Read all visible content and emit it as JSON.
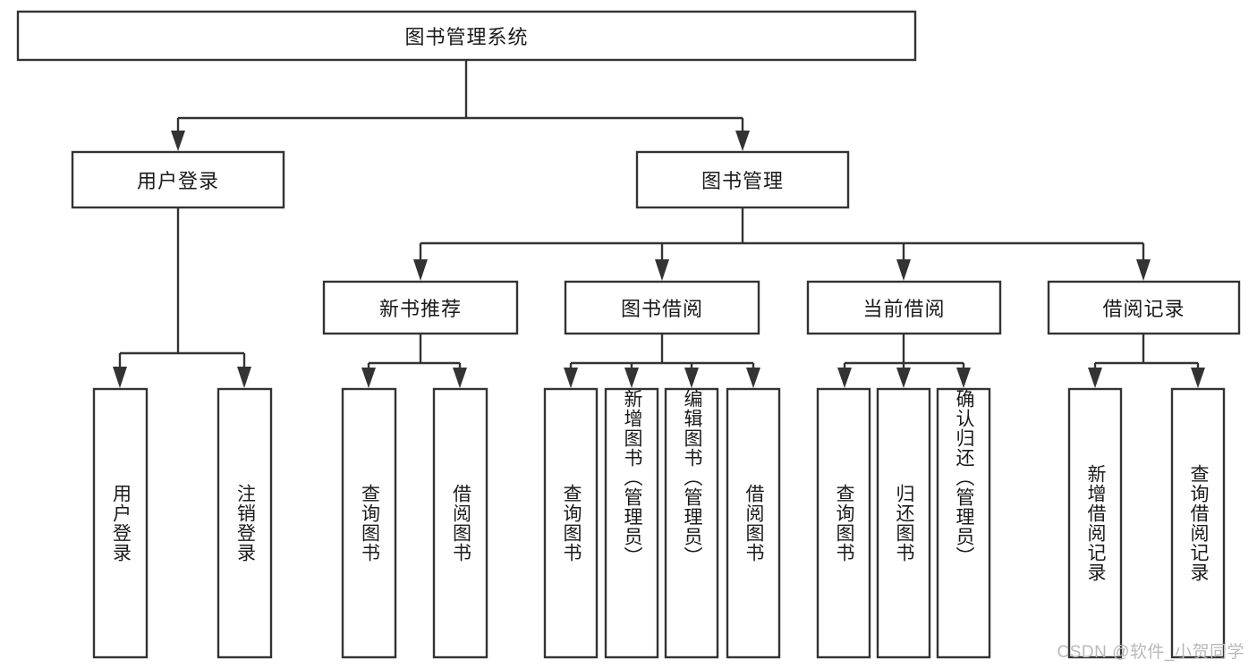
{
  "diagram": {
    "type": "tree-hierarchy",
    "title": "图书管理系统",
    "orientation": "top-down",
    "colors": {
      "box_stroke": "#333333",
      "box_fill": "#ffffff",
      "text": "#1a1a1a",
      "background": "#ffffff",
      "watermark": "#b9b9b9"
    },
    "root": {
      "label": "图书管理系统",
      "text_direction": "horizontal"
    },
    "level2": [
      {
        "label": "用户登录",
        "text_direction": "horizontal"
      },
      {
        "label": "图书管理",
        "text_direction": "horizontal"
      }
    ],
    "level3": [
      {
        "label": "新书推荐",
        "text_direction": "horizontal",
        "parent": "图书管理"
      },
      {
        "label": "图书借阅",
        "text_direction": "horizontal",
        "parent": "图书管理"
      },
      {
        "label": "当前借阅",
        "text_direction": "horizontal",
        "parent": "图书管理"
      },
      {
        "label": "借阅记录",
        "text_direction": "horizontal",
        "parent": "图书管理"
      }
    ],
    "leaves": {
      "user_login": [
        {
          "label": "用户登录",
          "text_direction": "vertical"
        },
        {
          "label": "注销登录",
          "text_direction": "vertical"
        }
      ],
      "new_book_recommend": [
        {
          "label": "查询图书",
          "text_direction": "vertical"
        },
        {
          "label": "借阅图书",
          "text_direction": "vertical"
        }
      ],
      "book_borrow": [
        {
          "label": "查询图书",
          "text_direction": "vertical"
        },
        {
          "label": "新增图书（管理员）",
          "text_direction": "vertical"
        },
        {
          "label": "编辑图书（管理员）",
          "text_direction": "vertical"
        },
        {
          "label": "借阅图书",
          "text_direction": "vertical"
        }
      ],
      "current_borrow": [
        {
          "label": "查询图书",
          "text_direction": "vertical"
        },
        {
          "label": "归还图书",
          "text_direction": "vertical"
        },
        {
          "label": "确认归还（管理员）",
          "text_direction": "vertical"
        }
      ],
      "borrow_records": [
        {
          "label": "新增借阅记录",
          "text_direction": "vertical"
        },
        {
          "label": "查询借阅记录",
          "text_direction": "vertical"
        }
      ]
    }
  },
  "watermark": {
    "text": "CSDN @软件_小贺同学"
  }
}
